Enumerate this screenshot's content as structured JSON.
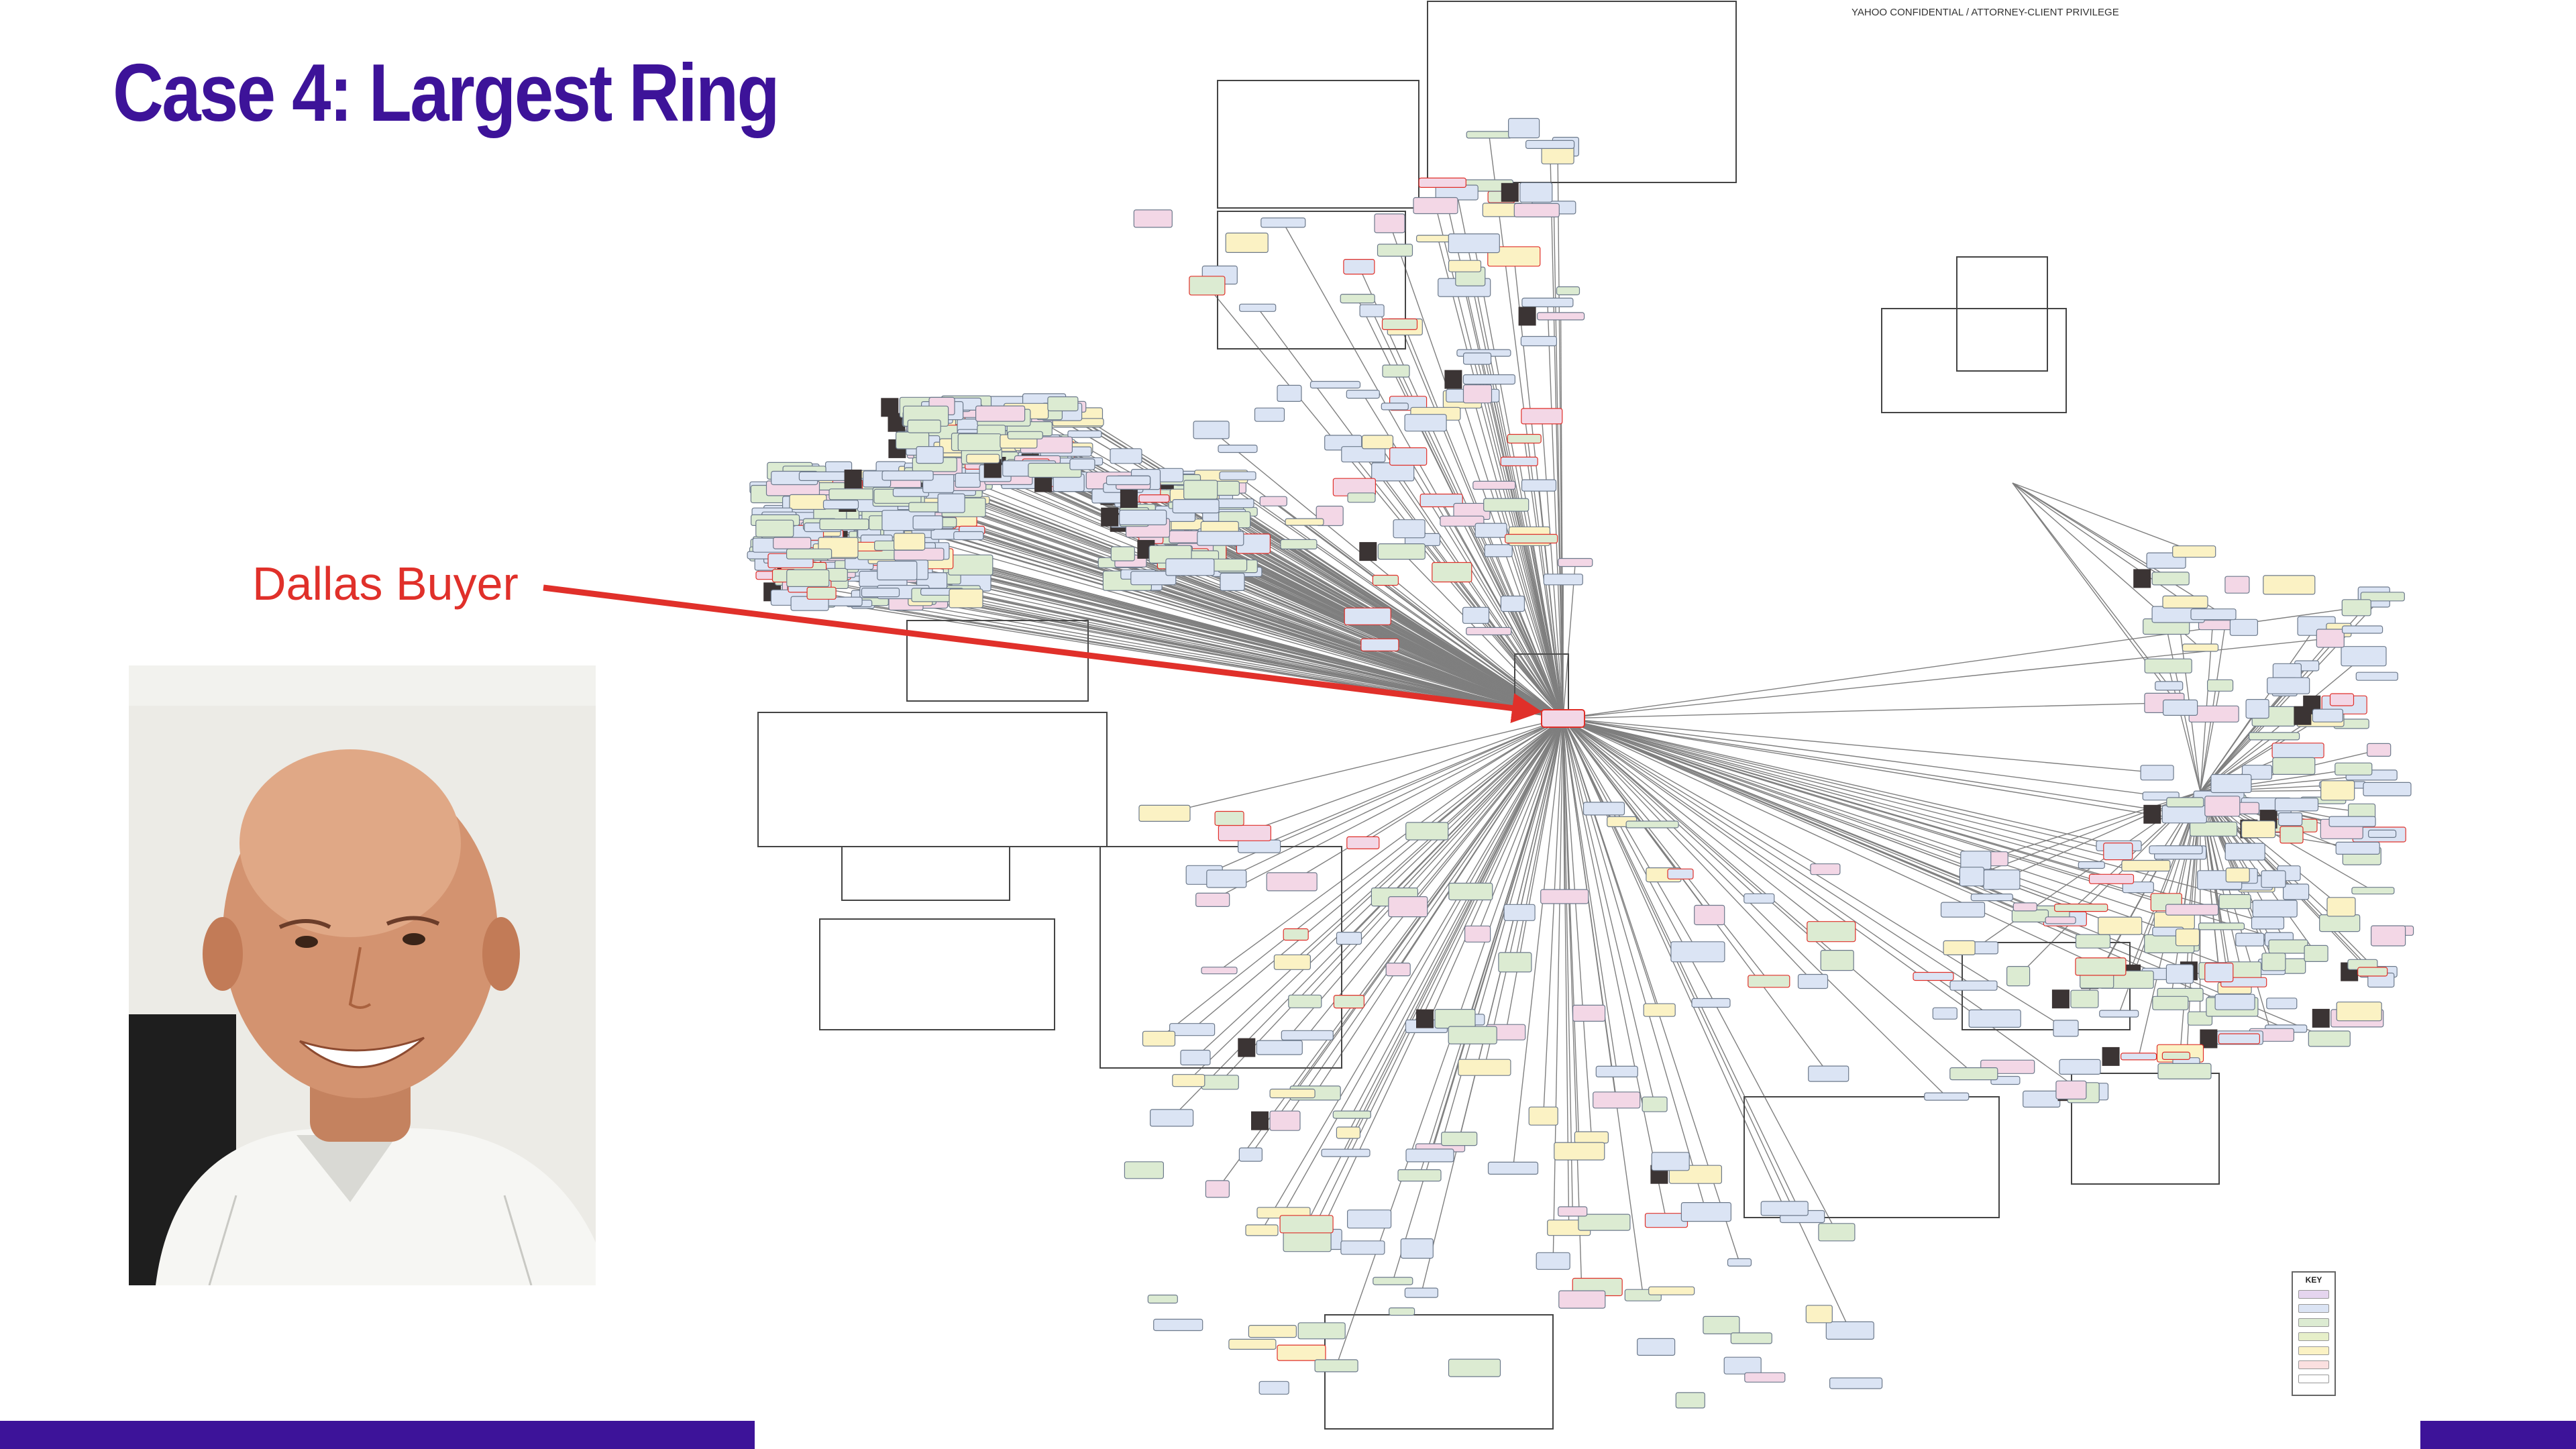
{
  "slide": {
    "title": "Case 4: Largest Ring",
    "header_confidential": "YAHOO CONFIDENTIAL / ATTORNEY-CLIENT PRIVILEGE",
    "callout_label": "Dallas Buyer",
    "key_title": "KEY"
  },
  "colors": {
    "title": "#3d1399",
    "accent_bar": "#3d1399",
    "callout": "#e0302a",
    "node_blue": "#dbe4f4",
    "node_green": "#dcebd2",
    "node_pink": "#f3d7e6",
    "node_yellow": "#fbf2c4",
    "node_red_outline": "#e0302a",
    "edge": "#555555"
  },
  "key": {
    "items": [
      {
        "color": "#e5d5ef"
      },
      {
        "color": "#dbe4f4"
      },
      {
        "color": "#dcebd2"
      },
      {
        "color": "#e6efc9"
      },
      {
        "color": "#fbf2c4"
      },
      {
        "color": "#fbe0e0"
      },
      {
        "color": "#ffffff"
      }
    ]
  }
}
